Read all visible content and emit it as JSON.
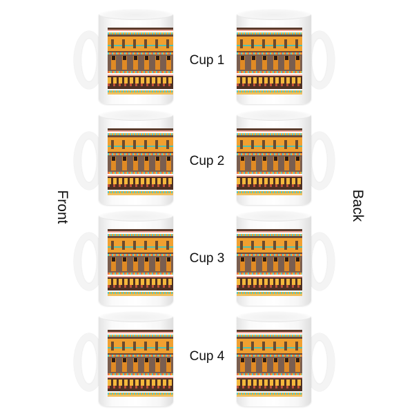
{
  "side_labels": {
    "front": "Front",
    "back": "Back"
  },
  "cups": [
    {
      "label": "Cup 1"
    },
    {
      "label": "Cup 2"
    },
    {
      "label": "Cup 3"
    },
    {
      "label": "Cup 4"
    }
  ],
  "print": {
    "pattern": "african-tribal-stripes",
    "colors": {
      "orange": "#f0a030",
      "taupe": "#7a5e4f",
      "dark_brown": "#4e3024",
      "teal": "#5bc8c0",
      "pink": "#f0a79a",
      "mustard": "#f4b83c"
    }
  },
  "mug_color": "#ffffff"
}
